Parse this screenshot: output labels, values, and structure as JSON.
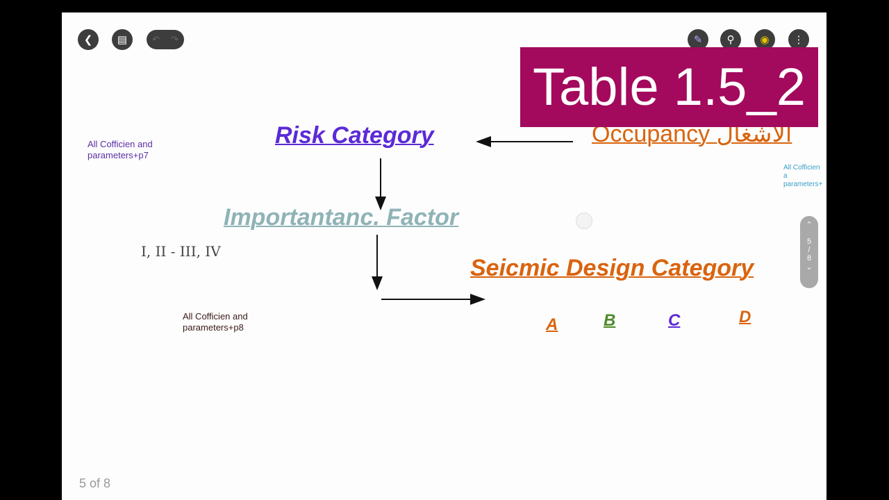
{
  "toolbar": {
    "back_icon": "chevron-left-icon",
    "layout_icon": "sidebar-icon",
    "undo_icon": "undo-icon",
    "redo_icon": "redo-icon",
    "pen_icon": "pen-icon",
    "search_icon": "search-icon",
    "view_icon": "eye-icon",
    "more_icon": "more-vertical-icon"
  },
  "banner": {
    "title": "Table 1.5_2",
    "color": "#a3095c"
  },
  "diagram": {
    "risk": "Risk Category",
    "importance": "Importantanc. Factor",
    "seismic": "Seicmic Design Category",
    "occupancy": "Occupancy الاشغال",
    "risk_levels": "I, II - III, IV",
    "note1": [
      "All Cofficien and",
      "parameters+p7"
    ],
    "note2": [
      "All Cofficien and",
      "parameters+p8"
    ],
    "note3": [
      "All Cofficien a",
      "parameters+"
    ],
    "categories": [
      {
        "label": "A",
        "color": "#d9640f"
      },
      {
        "label": "B",
        "color": "#4f8a2a"
      },
      {
        "label": "C",
        "color": "#5b2ad6"
      },
      {
        "label": "D",
        "color": "#d9640f"
      }
    ]
  },
  "pager": {
    "current": "5",
    "sep": "/",
    "total": "8",
    "label": "5 of 8"
  }
}
